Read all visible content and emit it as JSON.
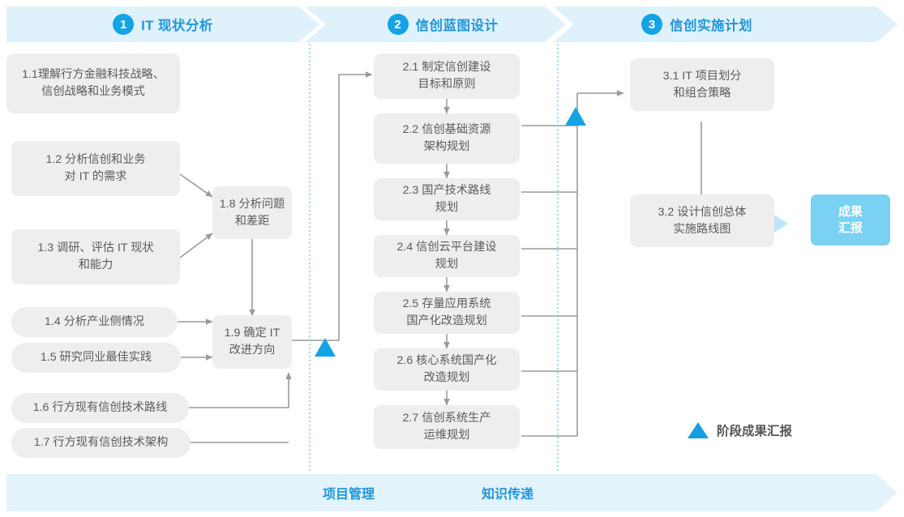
{
  "phases": [
    {
      "num": "1",
      "title": "IT 现状分析"
    },
    {
      "num": "2",
      "title": "信创蓝图设计"
    },
    {
      "num": "3",
      "title": "信创实施计划"
    }
  ],
  "stage1": {
    "tasks": [
      {
        "id": "1.1",
        "label": "1.1理解行方金融科技战略、\n信创战略和业务模式"
      },
      {
        "id": "1.2",
        "label": "1.2 分析信创和业务\n对 IT 的需求"
      },
      {
        "id": "1.3",
        "label": "1.3 调研、评估 IT 现状\n和能力"
      },
      {
        "id": "1.4",
        "label": "1.4 分析产业侧情况"
      },
      {
        "id": "1.5",
        "label": "1.5 研究同业最佳实践"
      },
      {
        "id": "1.6",
        "label": "1.6 行方现有信创技术路线"
      },
      {
        "id": "1.7",
        "label": "1.7 行方现有信创技术架构"
      }
    ],
    "merge": [
      {
        "id": "1.8",
        "label": "1.8 分析问题\n和差距"
      },
      {
        "id": "1.9",
        "label": "1.9 确定 IT\n改进方向"
      }
    ]
  },
  "stage2": {
    "tasks": [
      {
        "id": "2.1",
        "label": "2.1 制定信创建设\n目标和原则"
      },
      {
        "id": "2.2",
        "label": "2.2 信创基础资源\n架构规划"
      },
      {
        "id": "2.3",
        "label": "2.3 国产技术路线\n规划"
      },
      {
        "id": "2.4",
        "label": "2.4 信创云平台建设\n规划"
      },
      {
        "id": "2.5",
        "label": "2.5 存量应用系统\n国产化改造规划"
      },
      {
        "id": "2.6",
        "label": "2.6 核心系统国产化\n改造规划"
      },
      {
        "id": "2.7",
        "label": "2.7 信创系统生产\n运维规划"
      }
    ]
  },
  "stage3": {
    "tasks": [
      {
        "id": "3.1",
        "label": "3.1 IT 项目划分\n和组合策略"
      },
      {
        "id": "3.2",
        "label": "3.2 设计信创总体\n实施路线图"
      }
    ],
    "result": "成果\n汇报"
  },
  "legend": {
    "label": "阶段成果汇报",
    "marker": "triangle-marker"
  },
  "footer": {
    "items": [
      "项目管理",
      "知识传递"
    ]
  },
  "colors": {
    "accent": "#14a3e4",
    "phase_band": "#dff1fb",
    "phase_text": "#2196d8",
    "box_bg": "#eeeeee",
    "box_text": "#5b5b5b",
    "connector": "#9a9a9a",
    "result_bg": "#7ad1f2",
    "footer_band": "#e2f3fb",
    "divider": "#5ec9ef"
  }
}
